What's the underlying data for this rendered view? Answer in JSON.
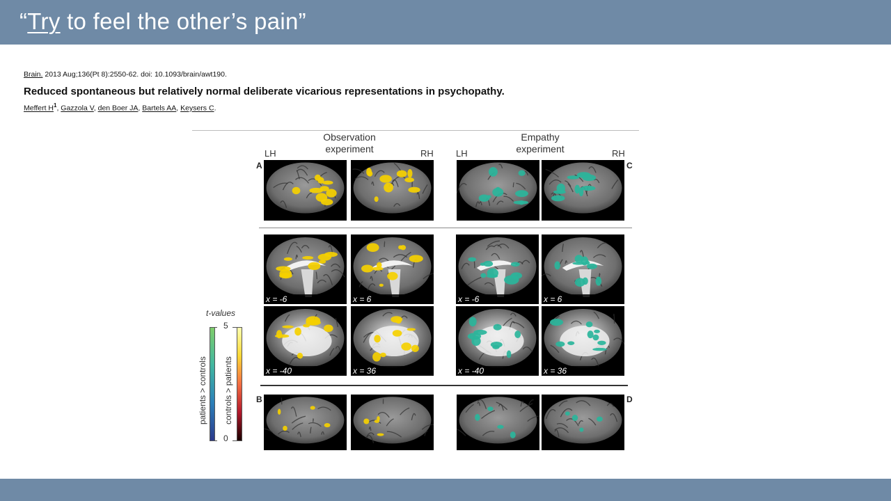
{
  "slide": {
    "title_open_quote": "“",
    "title_underlined": "Try",
    "title_rest": " to feel the other’s pain”"
  },
  "citation": {
    "journal": "Brain.",
    "details": " 2013 Aug;136(Pt 8):2550-62. doi: 10.1093/brain/awt190.",
    "title": "Reduced spontaneous but relatively normal deliberate vicarious representations in psychopathy.",
    "authors": [
      {
        "name": "Meffert H",
        "sup": "1"
      },
      {
        "name": "Gazzola V",
        "sup": ""
      },
      {
        "name": "den Boer JA",
        "sup": ""
      },
      {
        "name": "Bartels AA",
        "sup": ""
      },
      {
        "name": "Keysers C",
        "sup": ""
      }
    ],
    "authors_end": "."
  },
  "figure": {
    "observation_header": "Observation\nexperiment",
    "empathy_header": "Empathy\nexperiment",
    "lh_left": "LH",
    "rh_left": "RH",
    "lh_right": "LH",
    "rh_right": "RH",
    "panel_a": "A",
    "panel_b": "B",
    "panel_c": "C",
    "panel_d": "D",
    "coords": {
      "row2_obs_l": "x = -6",
      "row2_obs_r": "x = 6",
      "row2_emp_l": "x = -6",
      "row2_emp_r": "x = 6",
      "row3_obs_l": "x = -40",
      "row3_obs_r": "x = 36",
      "row3_emp_l": "x = -40",
      "row3_emp_r": "x = 36"
    },
    "colorbar": {
      "title": "t-values",
      "max": "5",
      "min": "0",
      "left_label": "patients > controls",
      "right_label": "controls > patients",
      "colors": {
        "left_bar": [
          "#2b3a8c",
          "#2c7fb8",
          "#41b6a0",
          "#7fcd6b"
        ],
        "right_bar": [
          "#1a0000",
          "#b2182b",
          "#f46d43",
          "#fdd835",
          "#ffffb0"
        ],
        "observation_blob": "#f5d000",
        "empathy_blob": "#2ab59b"
      }
    }
  }
}
